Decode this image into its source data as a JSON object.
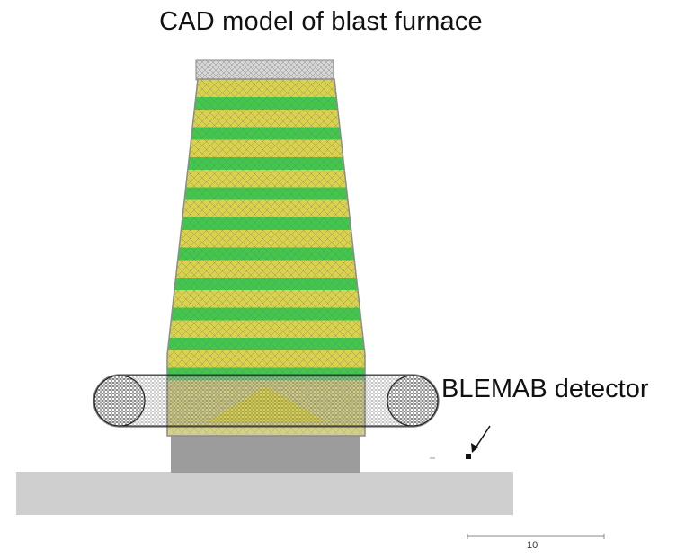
{
  "title": "CAD model of blast furnace",
  "detector_label": "BLEMAB detector",
  "scale_bar_label": "10",
  "colors": {
    "stripe_green": "#3fc84a",
    "stripe_yellow": "#d9d24a",
    "mesh_gray": "#9a9a9a",
    "base_block": "#9c9c9c",
    "ground_slab": "#cfcfcf",
    "torus_mesh": "#444444"
  }
}
